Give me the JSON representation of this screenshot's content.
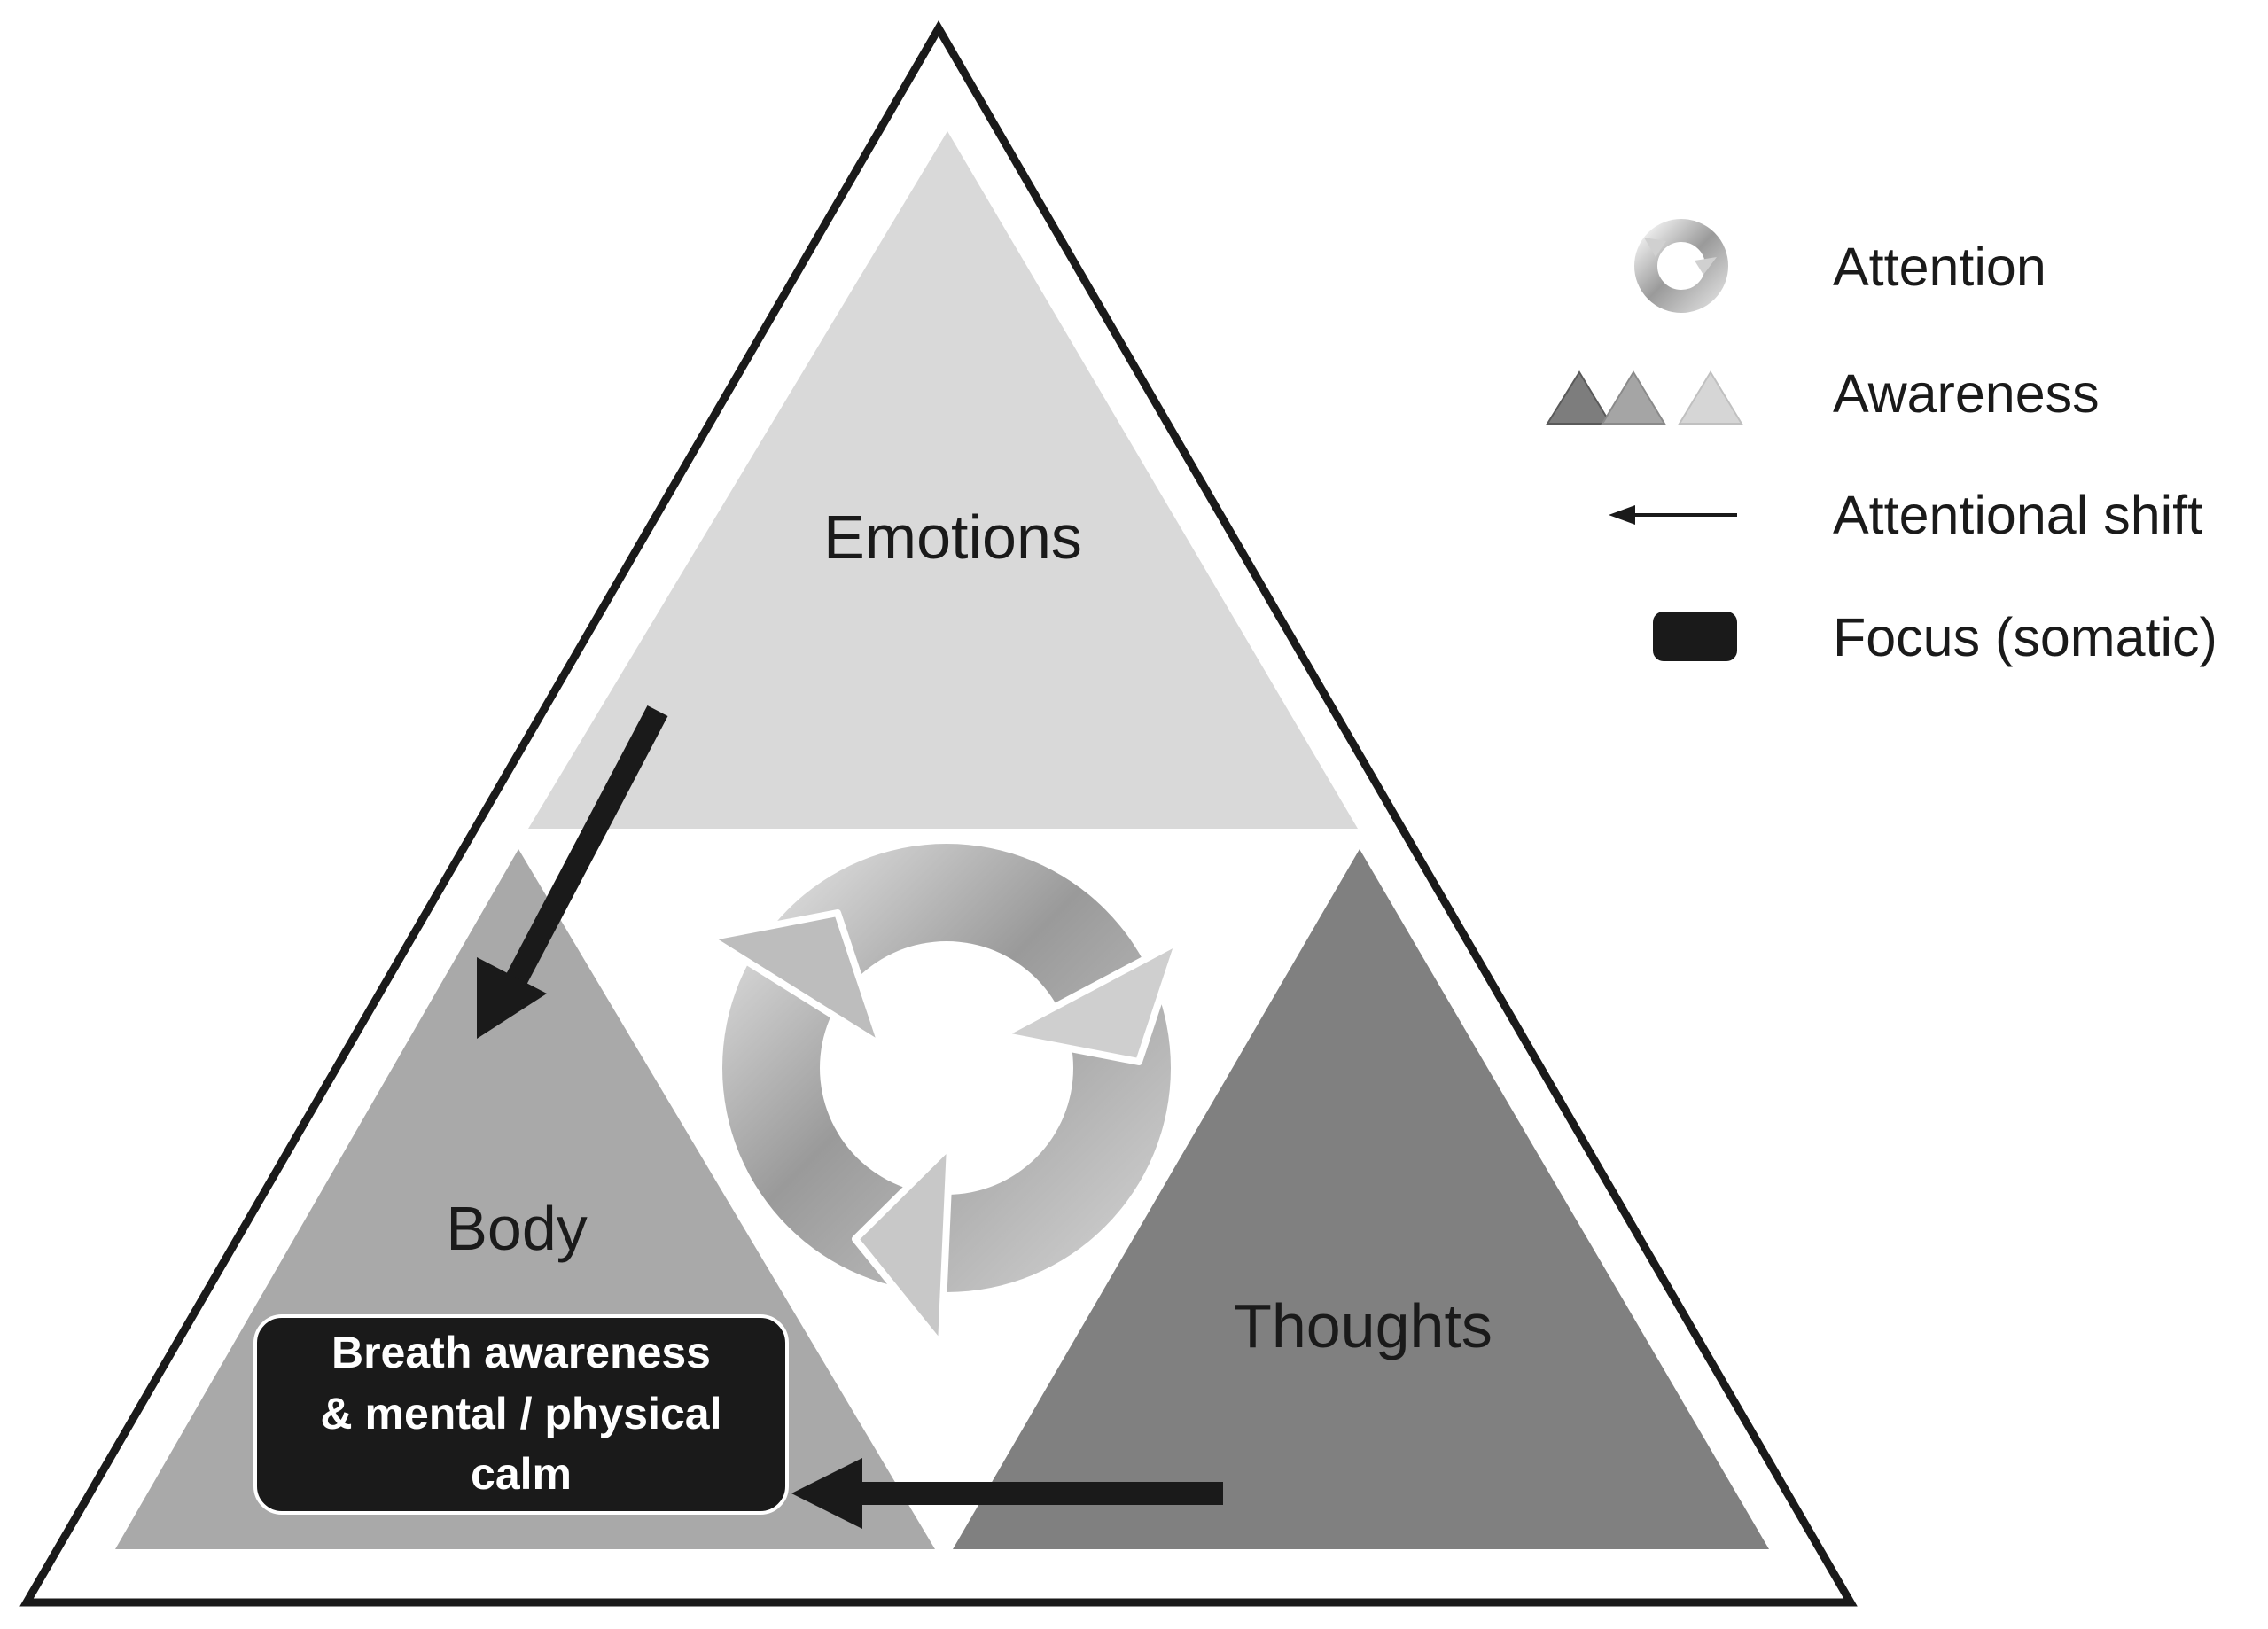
{
  "regions": {
    "emotions": "Emotions",
    "body": "Body",
    "thoughts": "Thoughts"
  },
  "focus_box": {
    "line1": "Breath awareness",
    "line2": "& mental / physical",
    "line3": "calm"
  },
  "legend": {
    "attention": "Attention",
    "awareness": "Awareness",
    "attentional_shift": "Attentional shift",
    "focus": "Focus (somatic)"
  },
  "colors": {
    "emotions": "#d9d9d9",
    "body": "#a9a9a9",
    "thoughts": "#808080",
    "focus_box": "#1a1a1a",
    "outline": "#1a1a1a",
    "arrow": "#1a1a1a"
  }
}
